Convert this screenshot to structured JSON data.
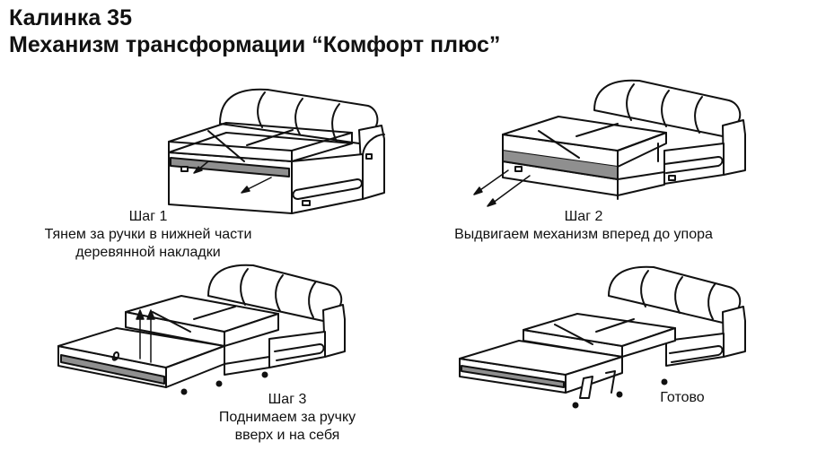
{
  "header": {
    "title": "Калинка 35",
    "subtitle": "Механизм трансформации “Комфорт плюс”"
  },
  "steps": [
    {
      "label": "Шаг 1",
      "lines": [
        "Тянем за ручки в нижней части",
        "деревянной накладки"
      ]
    },
    {
      "label": "Шаг 2",
      "lines": [
        "Выдвигаем механизм вперед до упора"
      ]
    },
    {
      "label": "Шаг 3",
      "lines": [
        "Поднимаем за ручку",
        "вверх и на себя"
      ]
    },
    {
      "label": "Готово",
      "lines": []
    }
  ]
}
